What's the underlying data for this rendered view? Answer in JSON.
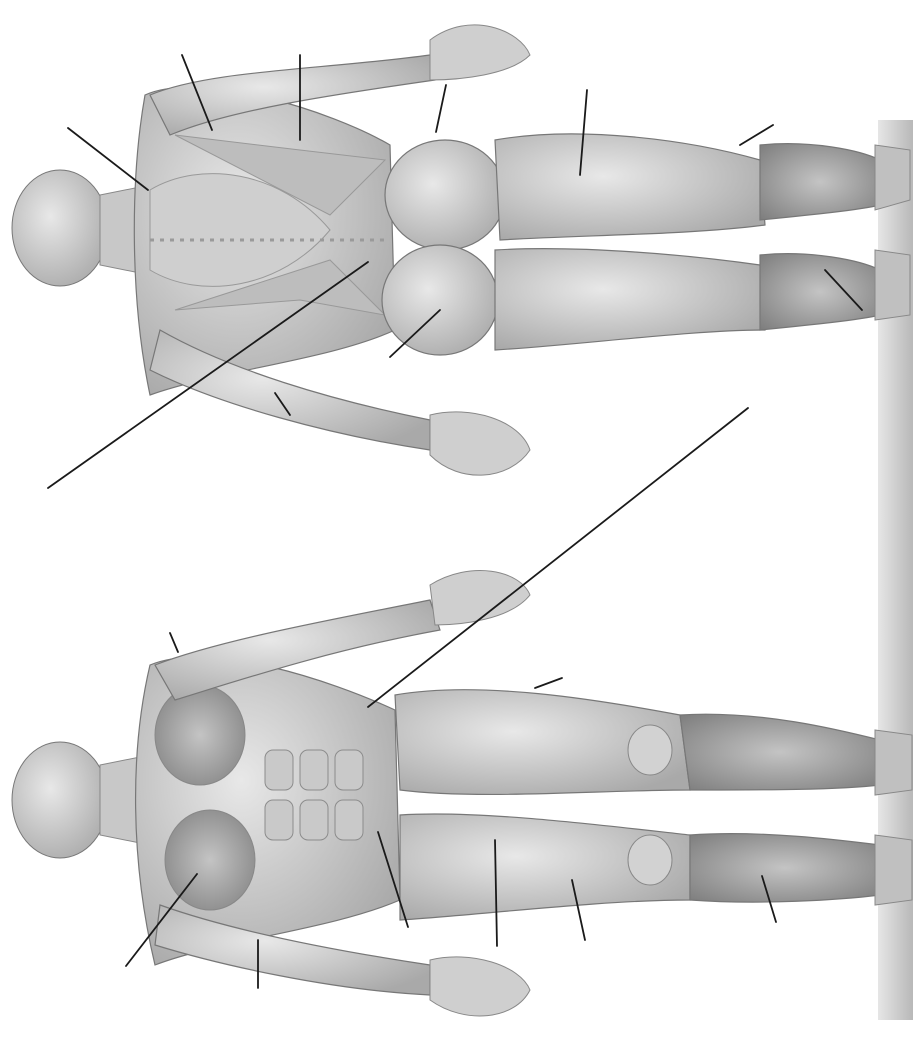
{
  "image_alt": "",
  "caption": "",
  "figures": [
    "posterior-view",
    "anterior-view"
  ],
  "label_lines": 19,
  "colors": {
    "background": "#ffffff",
    "muscle_light": "#d9d9d9",
    "muscle_mid": "#b5b5b5",
    "muscle_dark": "#8a8a8a",
    "line": "#1a1a1a",
    "floor": "#c9c9c9"
  }
}
